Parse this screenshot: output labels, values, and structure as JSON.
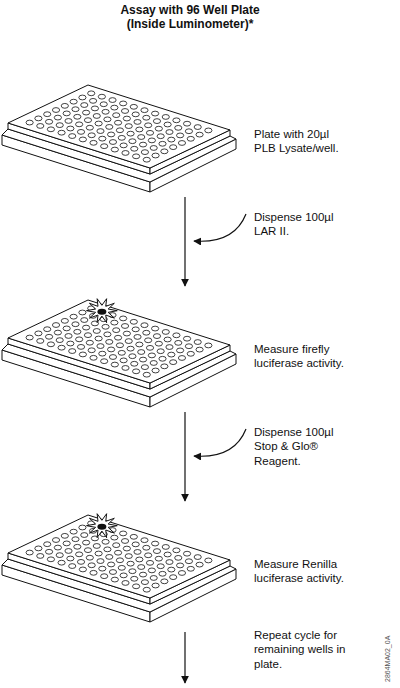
{
  "diagram": {
    "title": "Assay with 96 Well Plate (Inside Luminometer)*",
    "nodes": [
      {
        "text": [
          "Plate with 20µl PLB Lysate/well."
        ]
      },
      {
        "text": [
          "Measure firefly luciferase activity."
        ]
      },
      {
        "text": [
          "Measure Renilla luciferase activity."
        ]
      }
    ],
    "edges": [
      {
        "from": 0,
        "to": 1,
        "arrow": "to"
      },
      {
        "from": 1,
        "to": 2,
        "arrow": "to"
      }
    ],
    "labels": [
      "Dispense 100µl LAR II.",
      "Dispense 100µl Stop & Glo® Reagent.",
      "Repeat cycle for remaining wells in plate.",
      "2864MA02_0A"
    ]
  }
}
